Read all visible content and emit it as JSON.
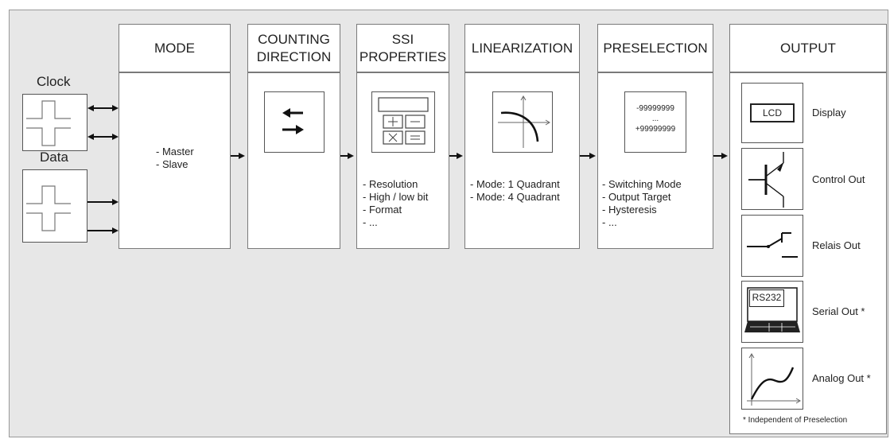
{
  "inputs": {
    "clock_label": "Clock",
    "data_label": "Data"
  },
  "stages": [
    {
      "header": "MODE",
      "items": [
        "- Master",
        "- Slave"
      ]
    },
    {
      "header_line1": "COUNTING",
      "header_line2": "DIRECTION",
      "items": []
    },
    {
      "header_line1": "SSI",
      "header_line2": "PROPERTIES",
      "items": [
        "- Resolution",
        "- High / low bit",
        "- Format",
        "- ..."
      ]
    },
    {
      "header": "LINEARIZATION",
      "items": [
        "- Mode: 1 Quadrant",
        "- Mode: 4 Quadrant"
      ]
    },
    {
      "header": "PRESELECTION",
      "items": [
        "- Switching Mode",
        "- Output Target",
        "- Hysteresis",
        "- ..."
      ],
      "range": [
        "-99999999",
        "...",
        "+99999999"
      ]
    }
  ],
  "output": {
    "header": "OUTPUT",
    "items": [
      {
        "label": "Display",
        "icon": "lcd-icon",
        "icon_text": "LCD"
      },
      {
        "label": "Control Out",
        "icon": "transistor-icon"
      },
      {
        "label": "Relais Out",
        "icon": "relay-switch-icon"
      },
      {
        "label": "Serial Out *",
        "icon": "computer-icon",
        "icon_text": "RS232"
      },
      {
        "label": "Analog Out *",
        "icon": "analog-curve-icon"
      }
    ],
    "footnote": "* Independent of Preselection"
  }
}
